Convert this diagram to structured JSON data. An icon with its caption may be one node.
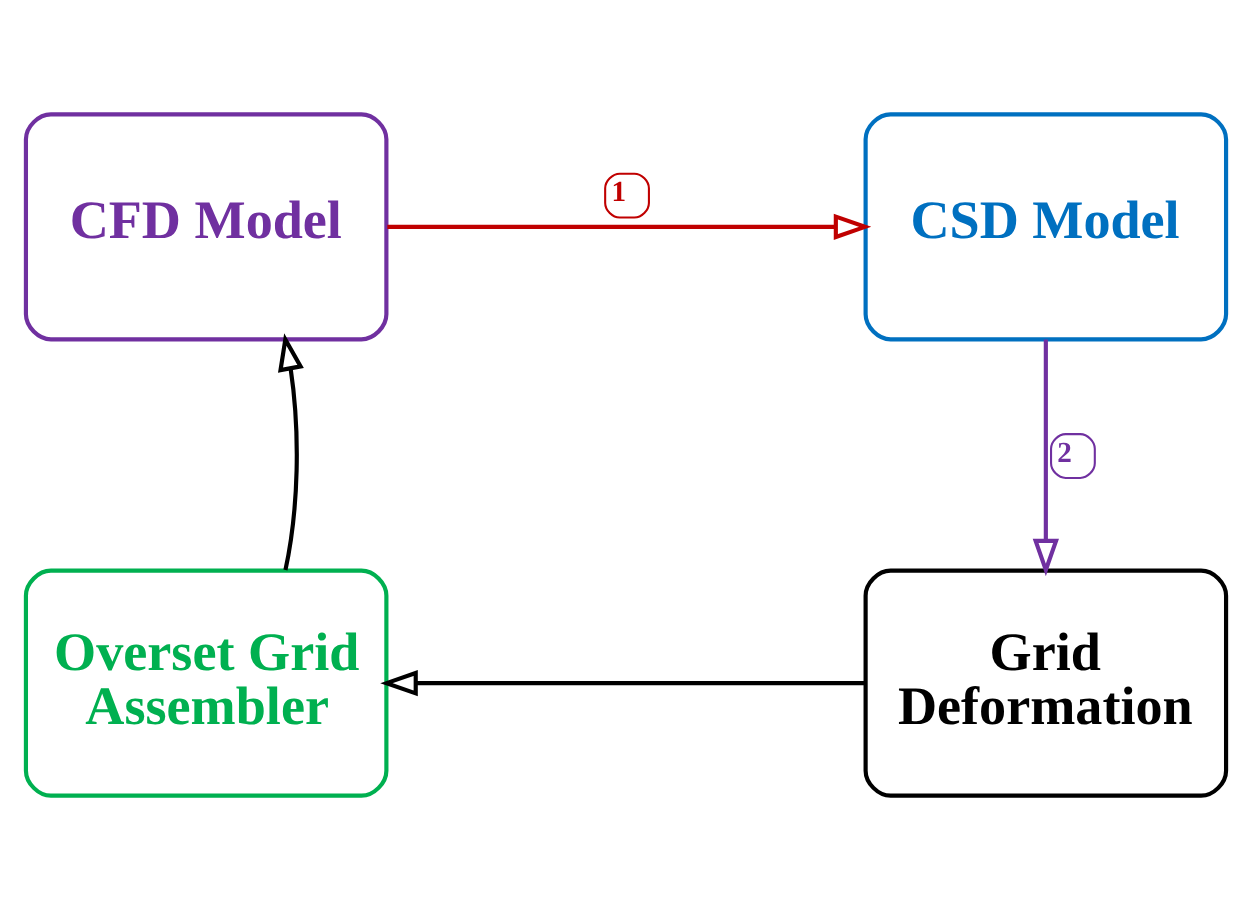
{
  "diagram": {
    "nodes": [
      {
        "text": [
          "CFD Model"
        ]
      },
      {
        "text": [
          "CSD Model"
        ]
      },
      {
        "text": [
          "Grid Deformation"
        ]
      },
      {
        "text": [
          "Overset Grid Assembler"
        ]
      }
    ],
    "edges": [
      {
        "from": 0,
        "to": 1,
        "arrow": "to",
        "label": "1",
        "color": "#c00000"
      },
      {
        "from": 1,
        "to": 2,
        "arrow": "to",
        "label": "2",
        "color": "#7030a0"
      },
      {
        "from": 2,
        "to": 3,
        "arrow": "to"
      },
      {
        "from": 3,
        "to": 0,
        "arrow": "to"
      }
    ]
  }
}
